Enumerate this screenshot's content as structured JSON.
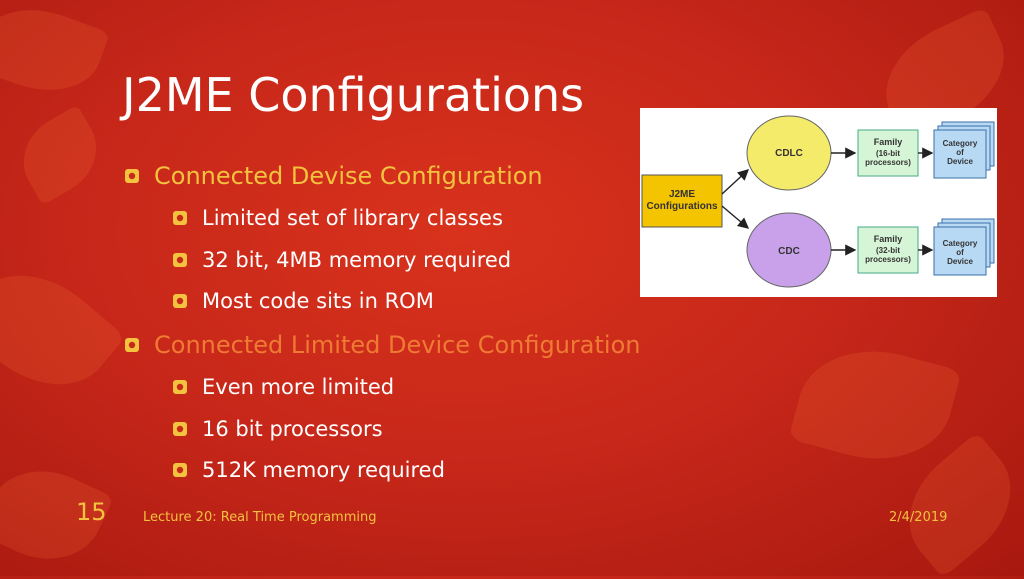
{
  "slide": {
    "title": "J2ME Configurations",
    "bullets": [
      {
        "text": "Connected Devise Configuration",
        "level": 1,
        "color": "#f3c23e"
      },
      {
        "text": "Limited set of library classes",
        "level": 2
      },
      {
        "text": "32 bit, 4MB memory required",
        "level": 2
      },
      {
        "text": "Most code sits in ROM",
        "level": 2
      },
      {
        "text": "Connected Limited Device Configuration",
        "level": 1,
        "color": "#ef7a34"
      },
      {
        "text": "Even more limited",
        "level": 2
      },
      {
        "text": "16 bit processors",
        "level": 2
      },
      {
        "text": "512K memory required",
        "level": 2
      }
    ],
    "diagram": {
      "root_line1": "J2ME",
      "root_line2": "Configurations",
      "top_circle": "CDLC",
      "bottom_circle": "CDC",
      "top_family": [
        "Family",
        "(16-bit",
        "processors)"
      ],
      "bottom_family": [
        "Family",
        "(32-bit",
        "processors)"
      ],
      "category": [
        "Category",
        "of",
        "Device"
      ]
    },
    "footer": {
      "page_number": "15",
      "lecture": "Lecture 20: Real Time Programming",
      "date": "2/4/2019"
    }
  },
  "colors": {
    "background": "#c8281a",
    "accent_yellow": "#f3c23e",
    "accent_orange": "#ef7a34",
    "circle": "#f4eb6a",
    "circle_purple": "#c9a1ea",
    "box_green": "#d6f5d6",
    "box_blue": "#b7d9f4",
    "root_box": "#f5c400"
  }
}
